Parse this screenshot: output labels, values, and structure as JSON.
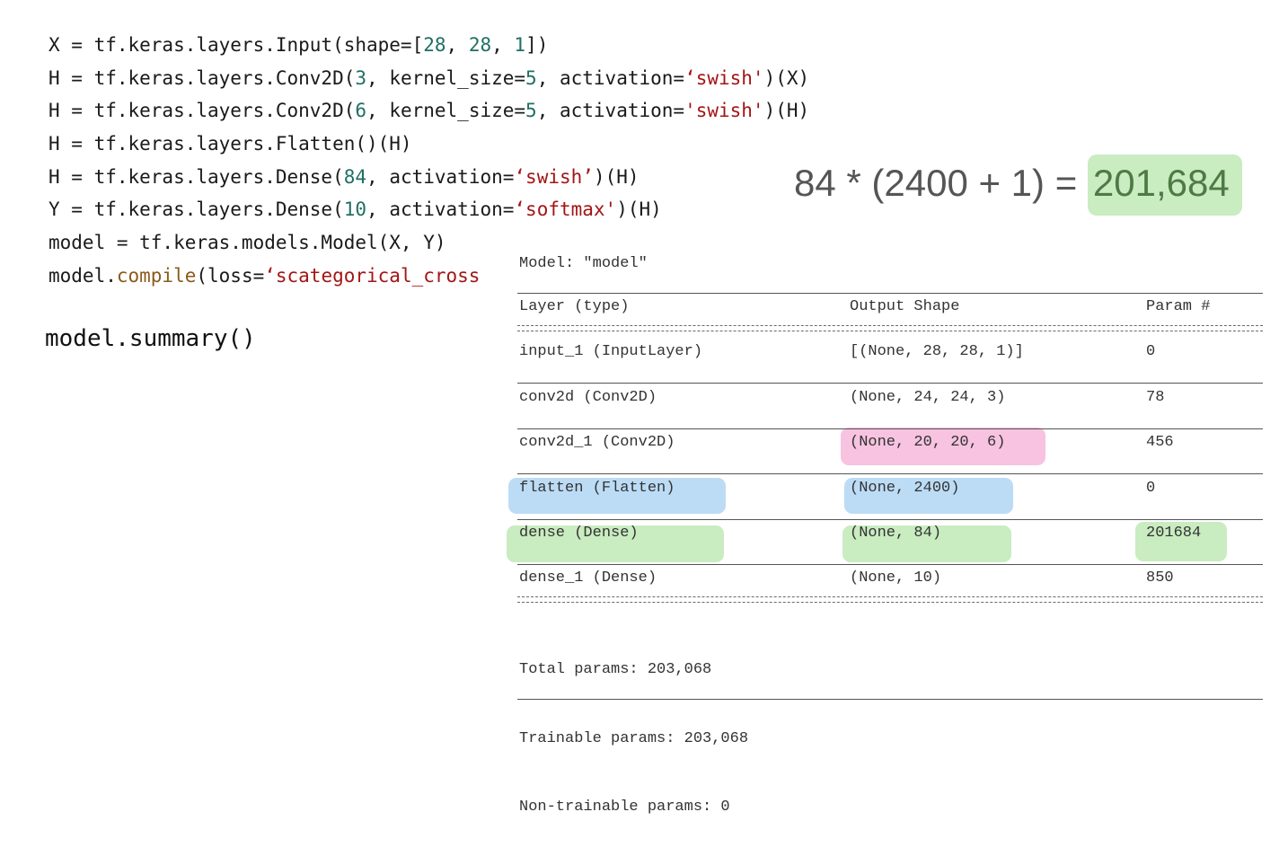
{
  "code": {
    "line1": {
      "a": "X = tf.keras.layers.Input(shape=[",
      "b": "28",
      "c": ", ",
      "d": "28",
      "e": ", ",
      "f": "1",
      "g": "])"
    },
    "line2": {
      "a": "H = tf.keras.layers.Conv2D(",
      "b": "3",
      "c": ", kernel_size=",
      "d": "5",
      "e": ", activation=",
      "f": "‘swish'",
      "g": ")(X)"
    },
    "line3": {
      "a": "H = tf.keras.layers.Conv2D(",
      "b": "6",
      "c": ", kernel_size=",
      "d": "5",
      "e": ", activation=",
      "f": "'swish'",
      "g": ")(H)"
    },
    "line4": {
      "a": "H = tf.keras.layers.Flatten()(H)"
    },
    "line5": {
      "a": "H = tf.keras.layers.Dense(",
      "b": "84",
      "c": ", activation=",
      "d": "‘swish’",
      "e": ")(H)"
    },
    "line6": {
      "a": "Y = tf.keras.layers.Dense(",
      "b": "10",
      "c": ", activation=",
      "d": "‘softmax'",
      "e": ")(H)"
    },
    "line7": {
      "a": "model = tf.keras.models.Model(X, Y)"
    },
    "line8": {
      "a": "model.",
      "b": "compile",
      "c": "(loss=",
      "d": "‘scategorical_cross"
    }
  },
  "summary_call": "model.summary()",
  "equation": {
    "left": "84 * (2400 + 1) = ",
    "result": "201,684"
  },
  "summary": {
    "title": "Model: \"model\"",
    "headers": {
      "layer": "Layer (type)",
      "shape": "Output Shape",
      "params": "Param #"
    },
    "rows": [
      {
        "layer": "input_1 (InputLayer)",
        "shape": "[(None, 28, 28, 1)]",
        "params": "0"
      },
      {
        "layer": "conv2d (Conv2D)",
        "shape": "(None, 24, 24, 3)",
        "params": "78"
      },
      {
        "layer": "conv2d_1 (Conv2D)",
        "shape": "(None, 20, 20, 6)",
        "params": "456"
      },
      {
        "layer": "flatten (Flatten)",
        "shape": "(None, 2400)",
        "params": "0"
      },
      {
        "layer": "dense (Dense)",
        "shape": "(None, 84)",
        "params": "201684"
      },
      {
        "layer": "dense_1 (Dense)",
        "shape": "(None, 10)",
        "params": "850"
      }
    ],
    "total_params": "Total params: 203,068",
    "trainable_params": "Trainable params: 203,068",
    "non_trainable_params": "Non-trainable params: 0"
  },
  "colors": {
    "highlight_blue": "#bcdcf6",
    "highlight_green": "#c9ecc0",
    "highlight_pink": "#f7c3e1",
    "code_number": "#1f6f63",
    "code_string": "#a31515"
  }
}
